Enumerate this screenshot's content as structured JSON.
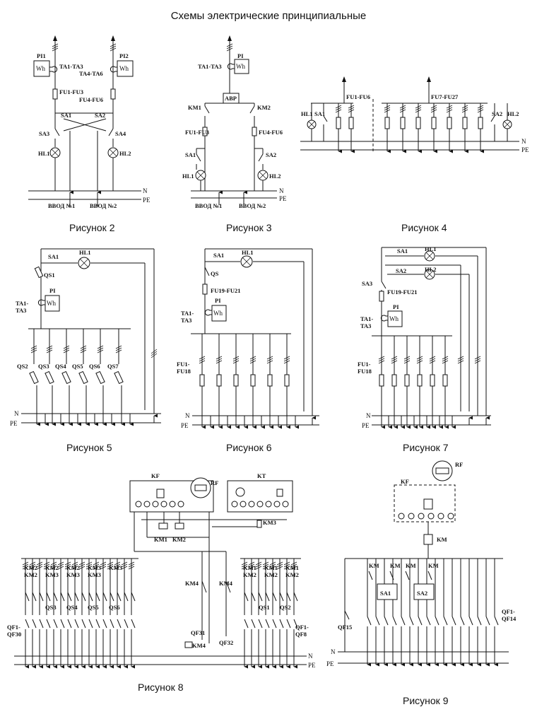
{
  "title": "Схемы электрические принципиальные",
  "captions": {
    "fig2": "Рисунок 2",
    "fig3": "Рисунок 3",
    "fig4": "Рисунок 4",
    "fig5": "Рисунок 5",
    "fig6": "Рисунок 6",
    "fig7": "Рисунок 7",
    "fig8": "Рисунок 8",
    "fig9": "Рисунок 9"
  },
  "common": {
    "n": "N",
    "pe": "PE",
    "wh": "Wh"
  },
  "fig2": {
    "pi1": "PI1",
    "pi2": "PI2",
    "ta1": "TA1-TA3",
    "ta4": "TA4-TA6",
    "fu1": "FU1-FU3",
    "fu4": "FU4-FU6",
    "sa1": "SA1",
    "sa2": "SA2",
    "sa3": "SA3",
    "sa4": "SA4",
    "hl1": "HL1",
    "hl2": "HL2",
    "in1": "ВВОД №1",
    "in2": "ВВОД №2"
  },
  "fig3": {
    "pi": "PI",
    "ta": "TA1-TA3",
    "avr": "АВР",
    "km1": "KM1",
    "km2": "KM2",
    "fu1": "FU1-FU3",
    "fu4": "FU4-FU6",
    "sa1": "SA1",
    "sa2": "SA2",
    "hl1": "HL1",
    "hl2": "HL2",
    "in1": "ВВОД №1",
    "in2": "ВВОД №2"
  },
  "fig4": {
    "hl1": "HL1",
    "sa1": "SA1",
    "fu1": "FU1-FU6",
    "fu7": "FU7-FU27",
    "sa2": "SA2",
    "hl2": "HL2"
  },
  "fig5": {
    "sa1": "SA1",
    "hl1": "HL1",
    "qs1": "QS1",
    "pi": "PI",
    "ta": "TA1-",
    "ta2": "TA3",
    "qs": [
      "QS2",
      "QS3",
      "QS4",
      "QS5",
      "QS6",
      "QS7"
    ]
  },
  "fig6": {
    "sa1": "SA1",
    "hl1": "HL1",
    "qs": "QS",
    "fu19": "FU19-FU21",
    "pi": "PI",
    "ta": "TA1-",
    "ta2": "TA3",
    "fu1": "FU1-",
    "fu18": "FU18"
  },
  "fig7": {
    "sa1": "SA1",
    "hl1": "HL1",
    "sa2": "SA2",
    "hl2": "HL2",
    "sa3": "SA3",
    "fu19": "FU19-FU21",
    "pi": "PI",
    "ta": "TA1-",
    "ta2": "TA3",
    "fu1": "FU1-",
    "fu18": "FU18"
  },
  "fig8": {
    "kf": "KF",
    "rf": "RF",
    "kt": "KT",
    "km3": "KM3",
    "km1": "KM1",
    "km2": "KM2",
    "km4": "KM4",
    "qf31": "QF31",
    "qf32": "QF32",
    "qf1": "QF1-",
    "qf30": "QF30",
    "qf1r": "QF1-",
    "qf8r": "QF8",
    "left_top": [
      "KM2",
      "KM2",
      "KM2",
      "KM3",
      "KM3"
    ],
    "left_bot": [
      "KM2",
      "KM3",
      "KM3",
      "KM3"
    ],
    "left_qs": [
      "QS3",
      "QS4",
      "QS5",
      "QS6"
    ],
    "right_top": [
      "KM1",
      "KM1",
      "KM1"
    ],
    "right_bot": [
      "KM2",
      "KM2",
      "KM2"
    ],
    "right_qs": [
      "QS1",
      "QS2"
    ]
  },
  "fig9": {
    "rf": "RF",
    "kf": "KF",
    "km": "KM",
    "kms": [
      "KM",
      "KM",
      "KM",
      "KM"
    ],
    "sa1": "SA1",
    "sa2": "SA2",
    "qf15": "QF15",
    "qf1": "QF1-",
    "qf14": "QF14"
  }
}
